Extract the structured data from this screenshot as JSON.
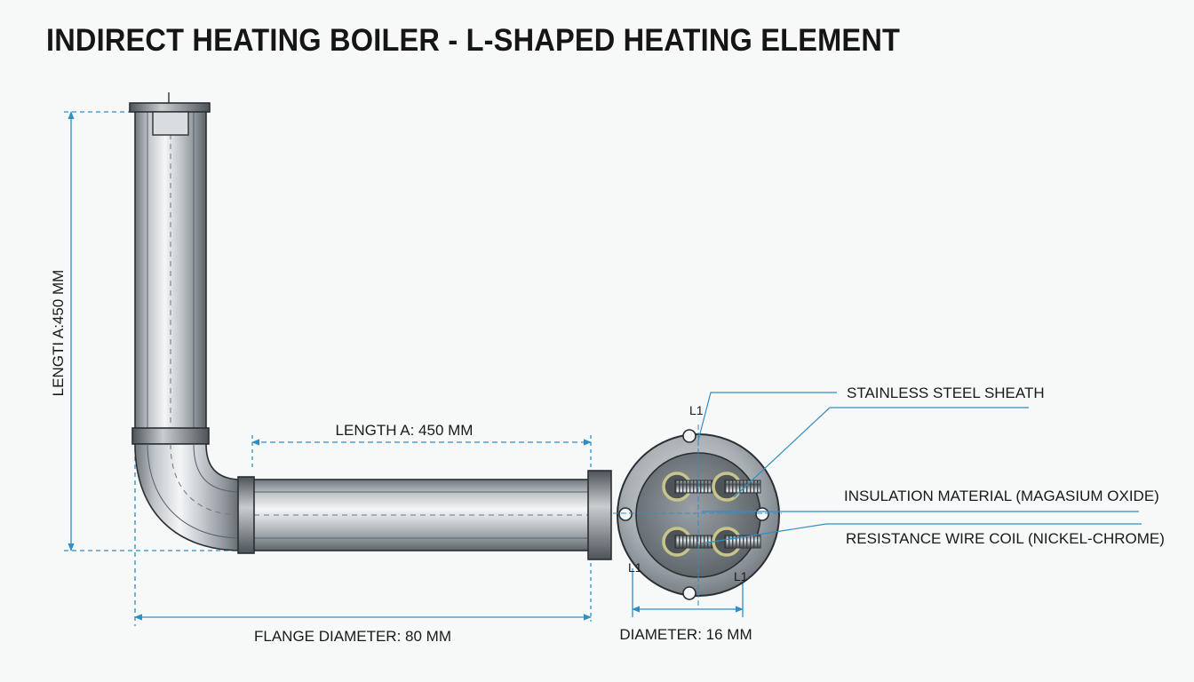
{
  "title": "INDIRECT HEATING BOILER - L-SHAPED HEATING ELEMENT",
  "dimensions": {
    "vertical_length": "LENGTI A:450 MM",
    "horizontal_length": "LENGTH A: 450 MM",
    "flange_diameter": "FLANGE DIAMETER: 80 MM",
    "diameter": "DIAMETER: 16 MM"
  },
  "callouts": {
    "sheath": "STAINLESS STEEL SHEATH",
    "insulation": "INSULATION MATERIAL (MAGASIUM OXIDE)",
    "coil": "RESISTANCE WIRE COIL (NICKEL-CHROME)"
  },
  "terminal_labels": {
    "top": "L1",
    "bottom_left": "L1",
    "bottom_right": "L1"
  },
  "colors": {
    "dimension_line": "#2f8fc4",
    "metal_light": "#f2f4f5",
    "metal_dark": "#7b8288",
    "outline": "#2b2f33",
    "terminal_ring": "#c9c48c"
  }
}
